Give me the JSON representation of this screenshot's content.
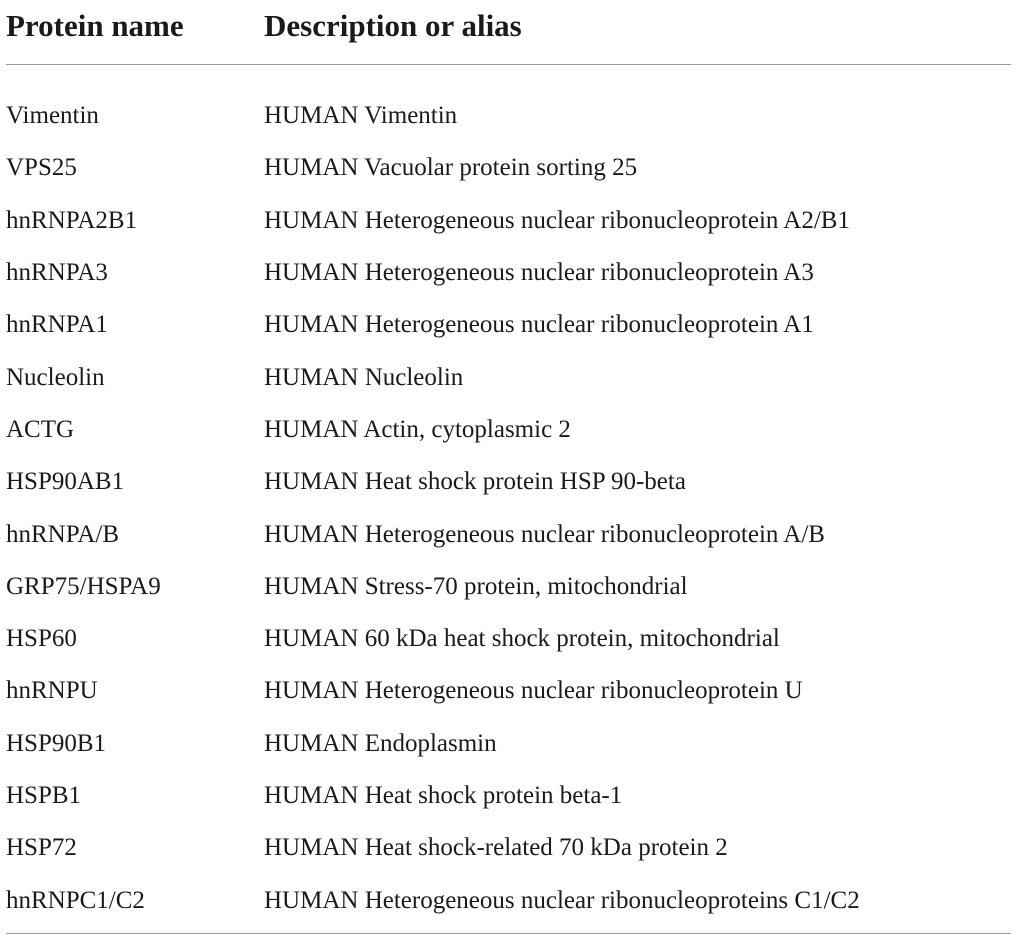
{
  "table": {
    "headers": {
      "name": "Protein name",
      "description": "Description or alias"
    },
    "rows": [
      {
        "name": "Vimentin",
        "description": "HUMAN Vimentin"
      },
      {
        "name": "VPS25",
        "description": "HUMAN Vacuolar protein sorting 25"
      },
      {
        "name": "hnRNPA2B1",
        "description": "HUMAN Heterogeneous nuclear ribonucleoprotein A2/B1"
      },
      {
        "name": "hnRNPA3",
        "description": "HUMAN Heterogeneous nuclear ribonucleoprotein A3"
      },
      {
        "name": "hnRNPA1",
        "description": "HUMAN Heterogeneous nuclear ribonucleoprotein A1"
      },
      {
        "name": "Nucleolin",
        "description": "HUMAN Nucleolin"
      },
      {
        "name": "ACTG",
        "description": "HUMAN Actin, cytoplasmic 2"
      },
      {
        "name": "HSP90AB1",
        "description": "HUMAN Heat shock protein HSP 90-beta"
      },
      {
        "name": "hnRNPA/B",
        "description": "HUMAN Heterogeneous nuclear ribonucleoprotein A/B"
      },
      {
        "name": "GRP75/HSPA9",
        "description": "HUMAN Stress-70 protein, mitochondrial"
      },
      {
        "name": "HSP60",
        "description": "HUMAN 60 kDa heat shock protein, mitochondrial"
      },
      {
        "name": "hnRNPU",
        "description": "HUMAN Heterogeneous nuclear ribonucleoprotein U"
      },
      {
        "name": "HSP90B1",
        "description": "HUMAN Endoplasmin"
      },
      {
        "name": "HSPB1",
        "description": "HUMAN Heat shock protein beta-1"
      },
      {
        "name": "HSP72",
        "description": "HUMAN Heat shock-related 70 kDa protein 2"
      },
      {
        "name": "hnRNPC1/C2",
        "description": "HUMAN Heterogeneous nuclear ribonucleoproteins C1/C2"
      }
    ]
  }
}
